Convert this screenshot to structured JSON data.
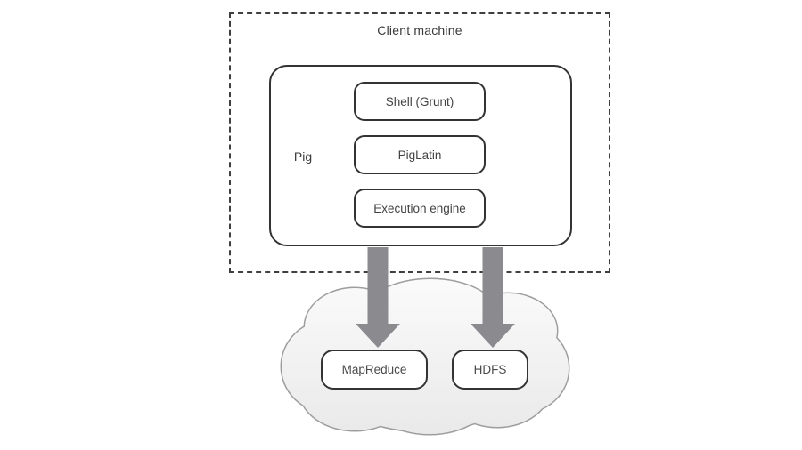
{
  "diagram": {
    "title": "Client machine",
    "pig_label": "Pig",
    "pig_components": [
      "Shell (Grunt)",
      "PigLatin",
      "Execution engine"
    ],
    "hadoop_components": [
      "MapReduce",
      "HDFS"
    ],
    "colors": {
      "arrow": "#8b8b8f",
      "box_border": "#333333",
      "dashed_border": "#3f3f3f",
      "cloud_fill_top": "#fafafa",
      "cloud_fill_bottom": "#e9e9e9",
      "cloud_stroke": "#9e9e9e",
      "text": "#3d3d3d",
      "background": "#ffffff"
    }
  }
}
